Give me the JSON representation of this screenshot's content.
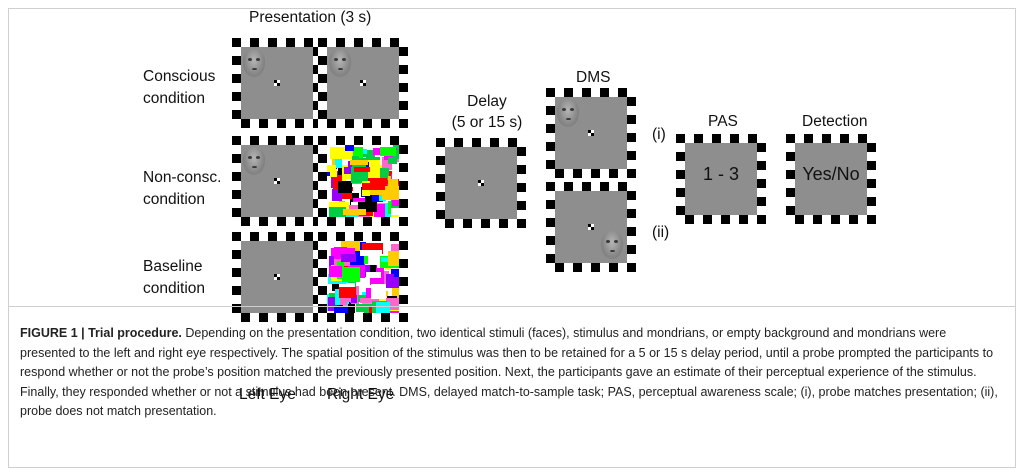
{
  "panel": {
    "presentation_title": "Presentation (3 s)",
    "conditions": [
      {
        "line1": "Conscious",
        "line2": "condition"
      },
      {
        "line1": "Non-consc.",
        "line2": "condition"
      },
      {
        "line1": "Baseline",
        "line2": "condition"
      }
    ],
    "left_eye_label": "Left Eye",
    "right_eye_label": "Right Eye",
    "delay_line1": "Delay",
    "delay_line2": "(5 or 15 s)",
    "dms_title": "DMS",
    "dms_i": "(i)",
    "dms_ii": "(ii)",
    "pas_title": "PAS",
    "pas_value": "1 - 3",
    "detection_title": "Detection",
    "detection_value": "Yes/No"
  },
  "caption": {
    "label": "FIGURE 1 | Trial procedure.",
    "text": " Depending on the presentation condition, two identical stimuli (faces), stimulus and mondrians, or empty background and mondrians were presented to the left and right eye respectively. The spatial position of the stimulus was then to be retained for a 5 or 15 s delay period, until a probe prompted the participants to respond whether or not the probe’s position matched the previously presented position. Next, the participants gave an estimate of their perceptual experience of the stimulus. Finally, they responded whether or not a stimulus had been present. DMS, delayed match-to-sample task; PAS, perceptual awareness scale; (i), probe matches presentation; (ii), probe does not match presentation."
  },
  "colors": {
    "screen_gray": "#8e8e8e",
    "checker_dark": "#000000",
    "checker_light": "#ffffff"
  }
}
